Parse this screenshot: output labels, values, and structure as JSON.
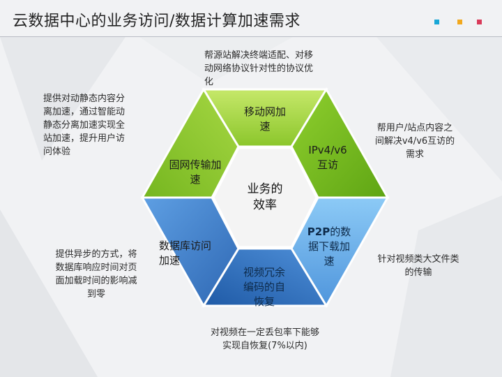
{
  "title": "云数据中心的业务访问/数据计算加速需求",
  "colors": {
    "green_dark": "#7fbf24",
    "green_light": "#b8e05a",
    "blue_dark": "#2f6fc0",
    "blue_light": "#6fb2ef",
    "accent_dots": [
      "#19a7d6",
      "#f2a81d",
      "#d93a59"
    ]
  },
  "center": {
    "line1": "业务的",
    "line2": "效率"
  },
  "segments": {
    "mobile": {
      "line1": "移动网加",
      "line2": "速"
    },
    "ipv": {
      "line1": "IPv4/v6",
      "line2": "互访"
    },
    "fixed": {
      "line1": "固网传输加",
      "line2": "速"
    },
    "database": {
      "line1": "数据库访问",
      "line2": "加速"
    },
    "p2p": {
      "bold": "P2P",
      "line1_rest": "的数",
      "line2": "据下载加",
      "line3": "速"
    },
    "video": {
      "line1": "视频冗余",
      "line2": "编码的自",
      "line3": "恢复"
    }
  },
  "annotations": {
    "top": [
      "帮源站解决终端适配、对移",
      "动网络协议针对性的协议优",
      "化"
    ],
    "upper_left": [
      "提供对动静态内容分",
      "离加速，通过智能动",
      "静态分离加速实现全",
      "站加速，提升用户访",
      "问体验"
    ],
    "upper_right": [
      "帮用户/站点内容之",
      "间解决v4/v6互访的",
      "需求"
    ],
    "lower_left": [
      "提供异步的方式，将",
      "数据库响应时间对页",
      "面加载时间的影响减",
      "到零"
    ],
    "lower_right": [
      "针对视频类大文件类",
      "的传输"
    ],
    "bottom": [
      "对视频在一定丢包率下能够",
      "实现自恢复(7%以内)"
    ]
  }
}
